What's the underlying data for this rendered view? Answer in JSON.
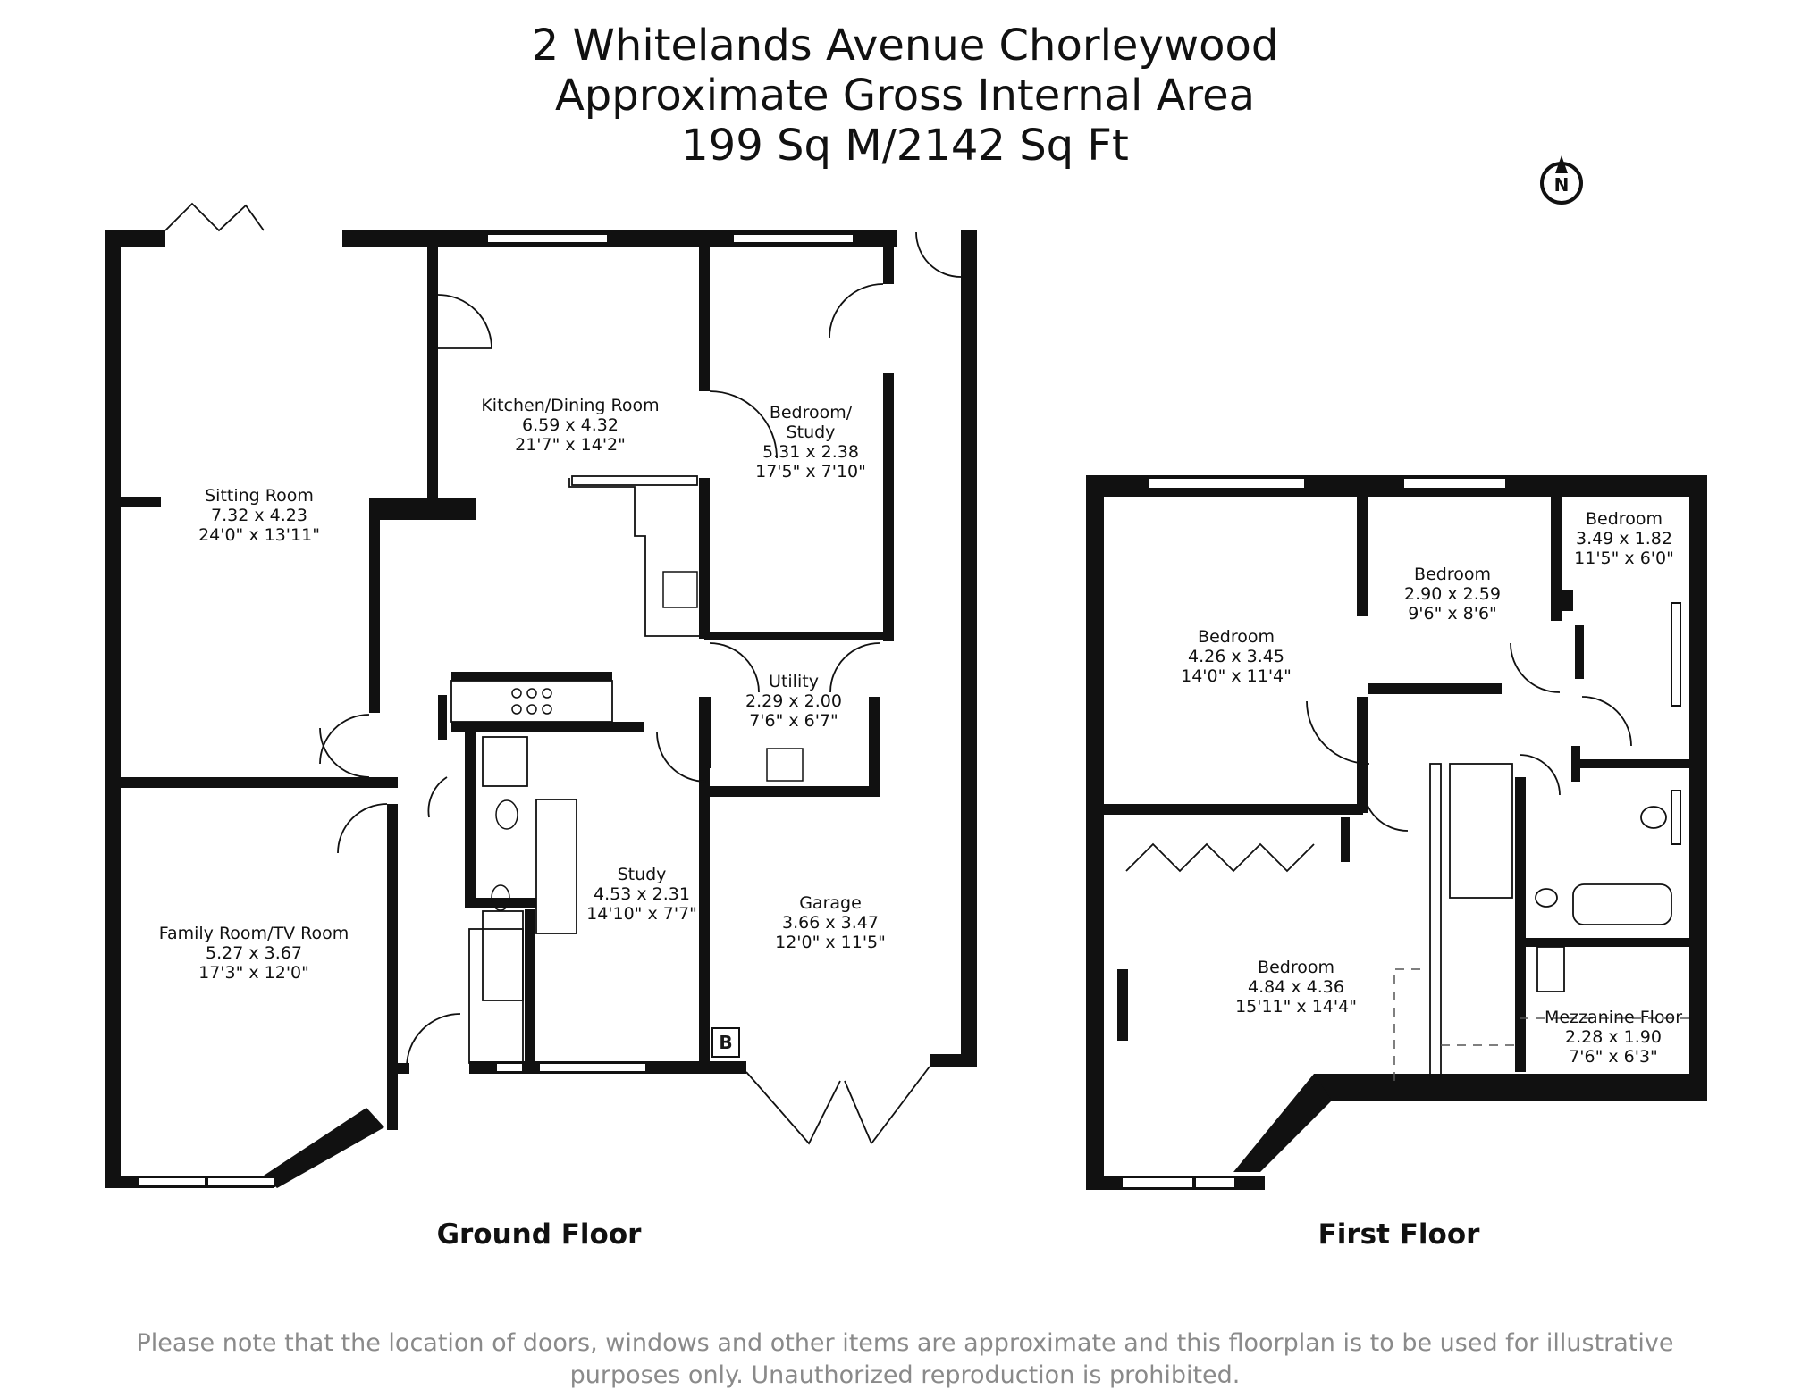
{
  "header": {
    "address": "2 Whitelands Avenue Chorleywood",
    "subtitle": "Approximate Gross Internal Area",
    "area": "199 Sq M/2142 Sq Ft"
  },
  "compass": {
    "icon": "north-arrow-icon",
    "label": "N"
  },
  "ground_floor": {
    "label": "Ground Floor",
    "boiler_label": "B",
    "rooms": [
      {
        "name": "Sitting Room",
        "metric": "7.32 x 4.23",
        "imperial": "24'0\" x 13'11\""
      },
      {
        "name": "Kitchen/Dining Room",
        "metric": "6.59 x 4.32",
        "imperial": "21'7\" x 14'2\""
      },
      {
        "name": "Bedroom/\nStudy",
        "name_line1": "Bedroom/",
        "name_line2": "Study",
        "metric": "5.31 x 2.38",
        "imperial": "17'5\" x 7'10\""
      },
      {
        "name": "Utility",
        "metric": "2.29 x 2.00",
        "imperial": "7'6\" x 6'7\""
      },
      {
        "name": "Family Room/TV Room",
        "metric": "5.27 x 3.67",
        "imperial": "17'3\" x 12'0\""
      },
      {
        "name": "Study",
        "metric": "4.53 x 2.31",
        "imperial": "14'10\" x 7'7\""
      },
      {
        "name": "Garage",
        "metric": "3.66 x 3.47",
        "imperial": "12'0\" x 11'5\""
      }
    ]
  },
  "first_floor": {
    "label": "First Floor",
    "rooms": [
      {
        "name": "Bedroom",
        "metric": "4.26 x 3.45",
        "imperial": "14'0\" x 11'4\""
      },
      {
        "name": "Bedroom",
        "metric": "2.90 x 2.59",
        "imperial": "9'6\" x 8'6\""
      },
      {
        "name": "Bedroom",
        "metric": "3.49 x 1.82",
        "imperial": "11'5\" x 6'0\""
      },
      {
        "name": "Bedroom",
        "metric": "4.84 x 4.36",
        "imperial": "15'11\" x 14'4\""
      },
      {
        "name": "Mezzanine Floor",
        "metric": "2.28 x 1.90",
        "imperial": "7'6\" x 6'3\""
      }
    ]
  },
  "disclaimer": {
    "line1": "Please note that the location of doors, windows and other items are approximate and this floorplan is to be used for illustrative",
    "line2": "purposes only. Unauthorized reproduction is prohibited."
  }
}
